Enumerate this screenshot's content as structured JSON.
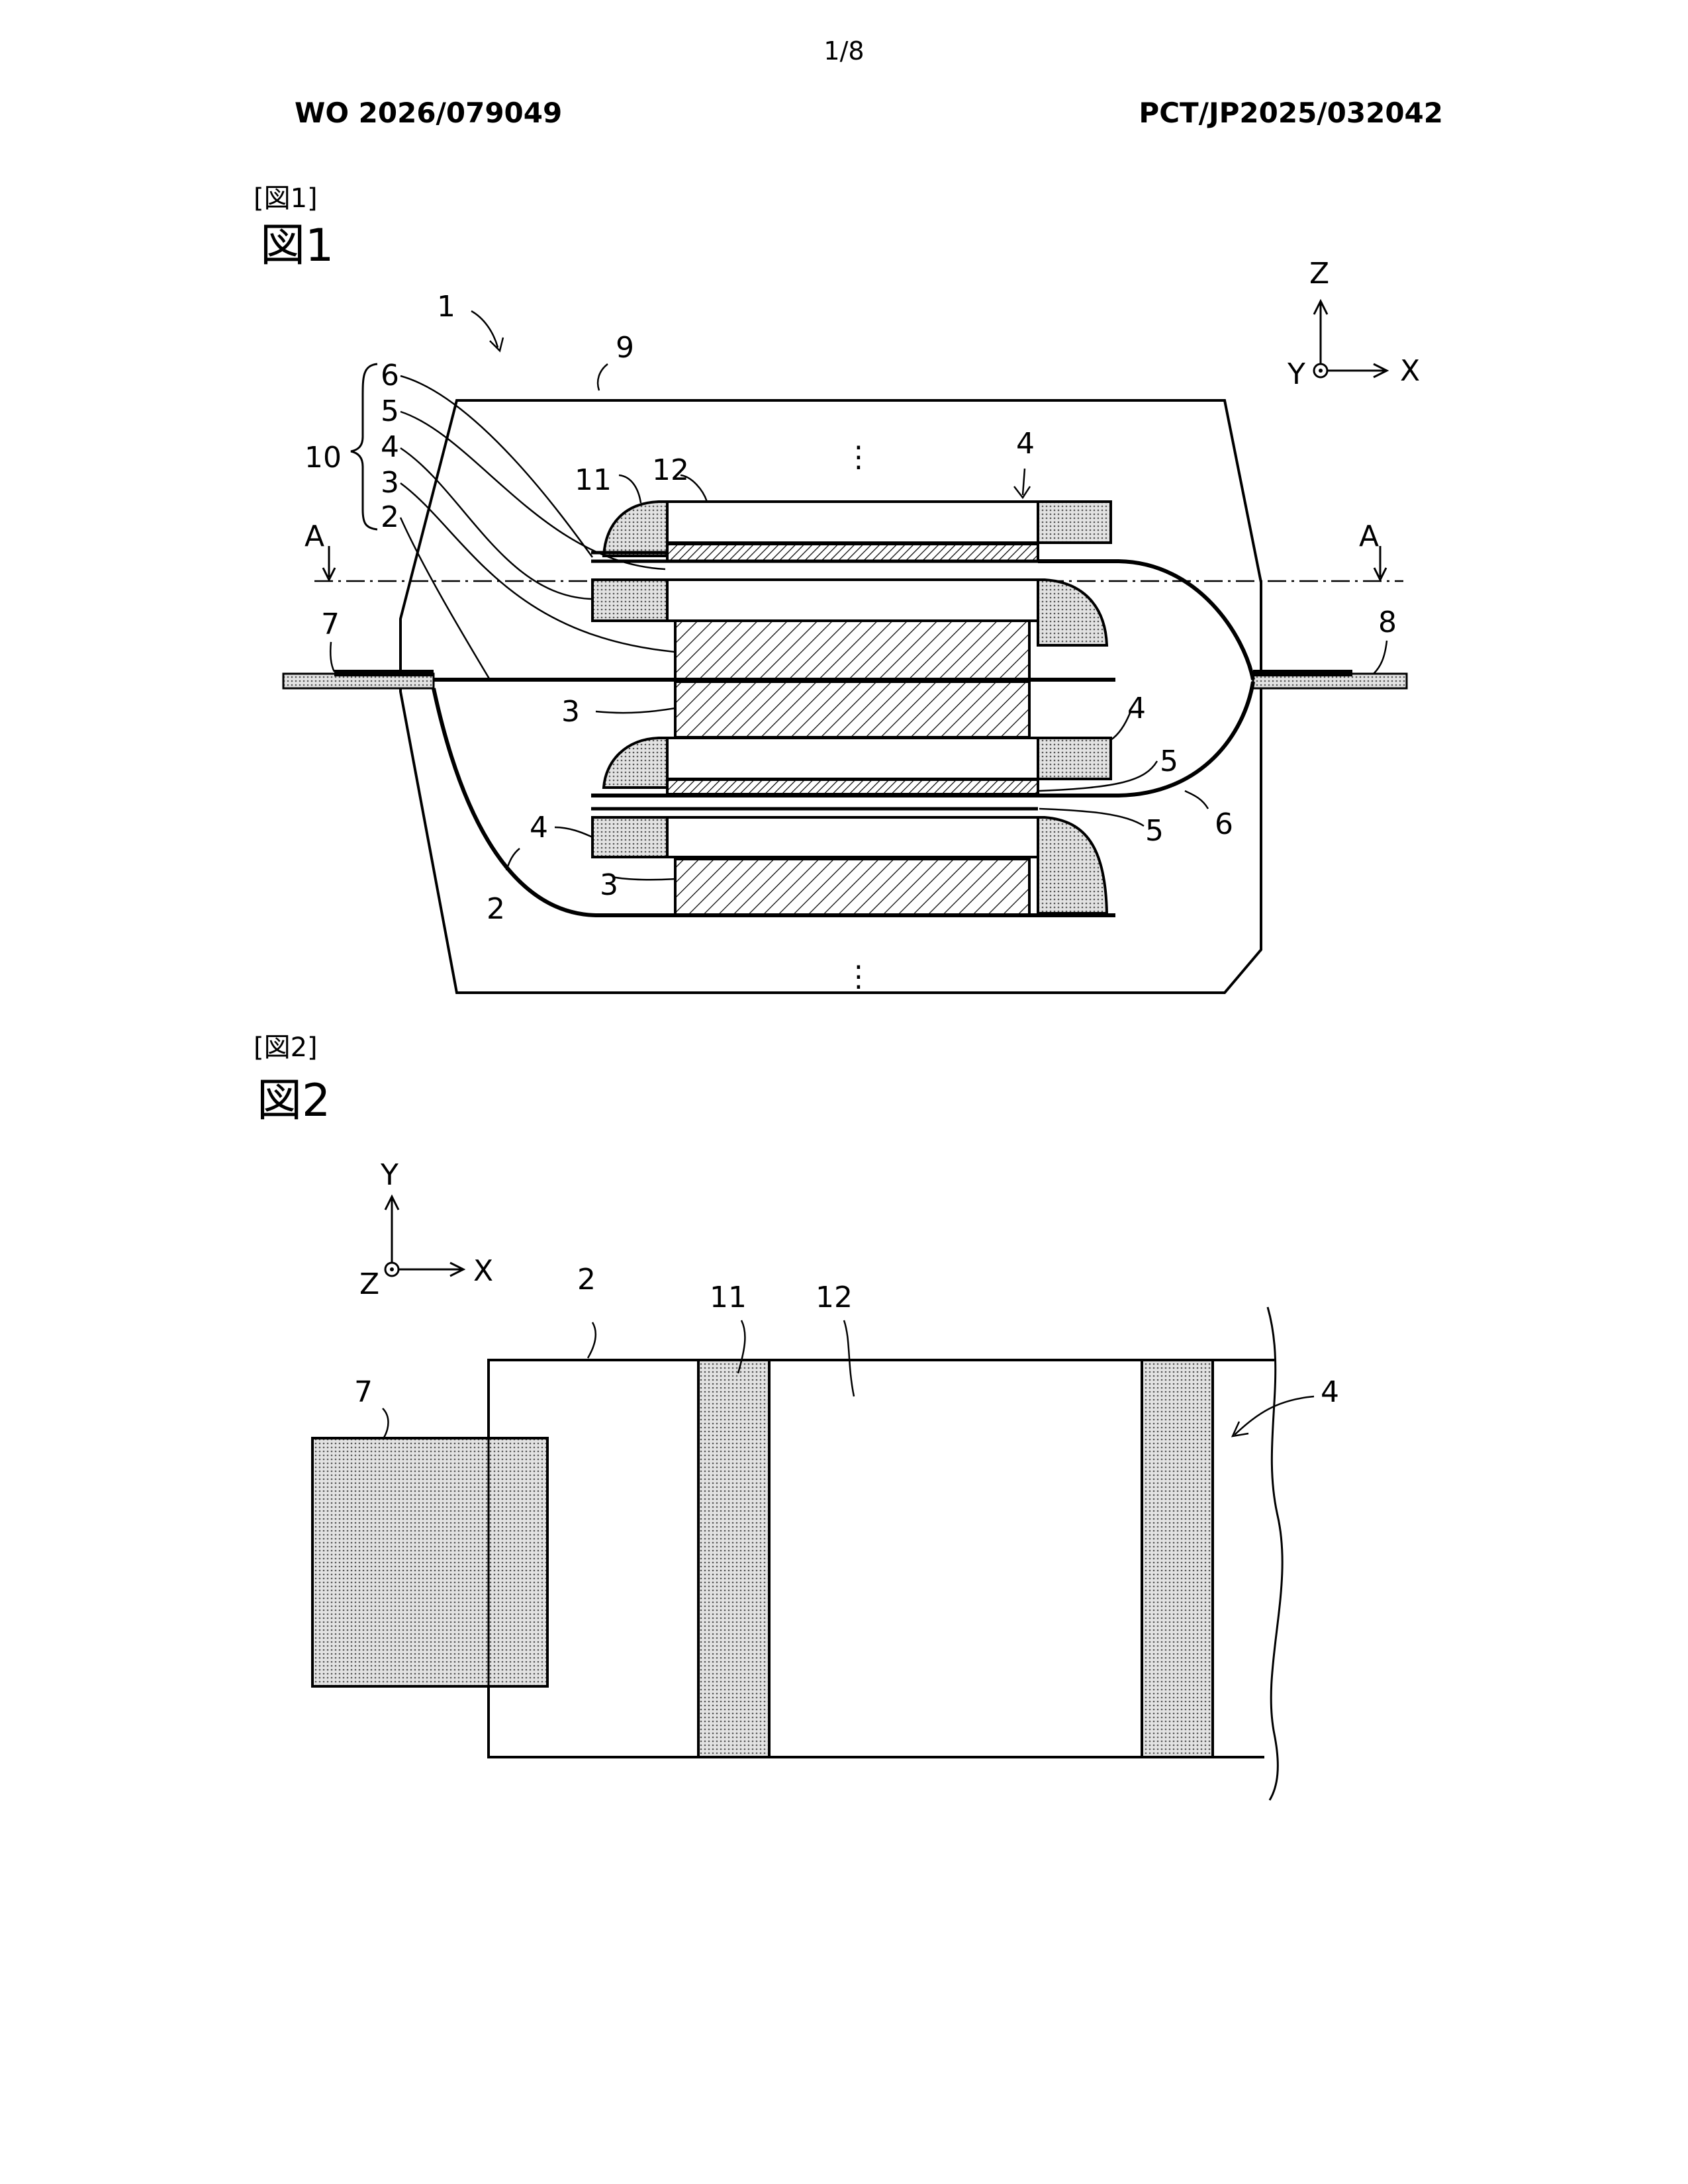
{
  "page_number": "1/8",
  "header": {
    "publication": "WO 2026/079049",
    "application": "PCT/JP2025/032042"
  },
  "figure1": {
    "tag": "[図1]",
    "title": "図1",
    "labels": {
      "battery": "1",
      "exterior": "9",
      "group": "10",
      "l6": "6",
      "l5": "5",
      "l4": "4",
      "l3": "3",
      "l2": "2",
      "p11": "11",
      "p12": "12",
      "top4": "4",
      "sectionA_left": "A",
      "sectionA_right": "A",
      "lead7": "7",
      "lead8": "8",
      "mid3": "3",
      "mid4": "4",
      "mid5a": "5",
      "mid5b": "5",
      "mid6": "6",
      "low4": "4",
      "low3": "3",
      "low2": "2",
      "dots_top": "⋮",
      "dots_bottom": "⋮"
    },
    "axes": {
      "z": "Z",
      "y": "Y",
      "x": "X"
    }
  },
  "figure2": {
    "tag": "[図2]",
    "title": "図2",
    "labels": {
      "sheet": "2",
      "p11": "11",
      "p12": "12",
      "lead7": "7",
      "elec4": "4"
    },
    "axes": {
      "y": "Y",
      "z": "Z",
      "x": "X"
    }
  },
  "colors": {
    "ink": "#000000",
    "paper": "#ffffff",
    "dot_fill": "#d8d8d8"
  }
}
